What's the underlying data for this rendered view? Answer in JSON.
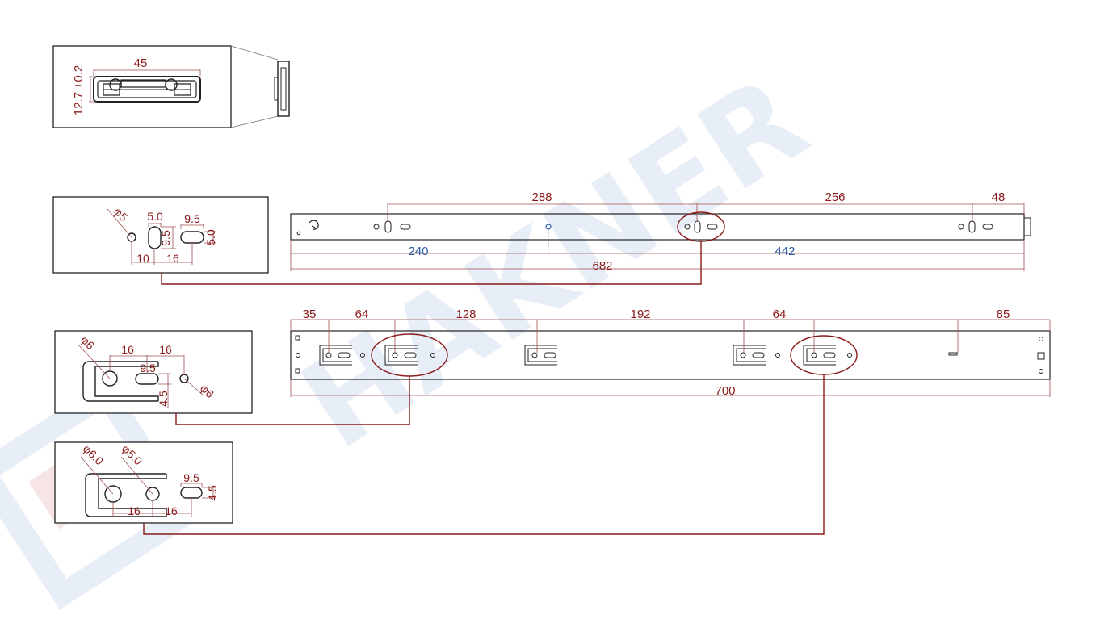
{
  "watermark": "HAKNER",
  "colors": {
    "dimension": "#8b1a1a",
    "blue_dimension": "#2b57a6",
    "outline": "#222222",
    "watermark": "#e6ecf6"
  },
  "profile": {
    "width": "45",
    "height": "12.7 ±0.2"
  },
  "detail_a": {
    "dia": "φ5",
    "slot_w": "5.0",
    "slot_h": "9.5",
    "slot2_w": "9.5",
    "slot2_h": "5.0",
    "d1": "10",
    "d2": "16"
  },
  "top_rail": {
    "d1": "288",
    "d2": "256",
    "d3": "48",
    "b1": "240",
    "b2": "442",
    "total": "682"
  },
  "detail_b": {
    "dia1": "φ6",
    "d1": "16",
    "d2": "16",
    "slot_w": "9.5",
    "slot_h": "4.5",
    "dia2": "φ6"
  },
  "bottom_rail": {
    "d1": "35",
    "d2": "64",
    "d3": "128",
    "d4": "192",
    "d5": "64",
    "d6": "85",
    "total": "700"
  },
  "detail_c": {
    "dia1": "φ6.0",
    "dia2": "φ5.0",
    "slot_w": "9.5",
    "slot_h": "4.5",
    "d1": "16",
    "d2": "16"
  }
}
